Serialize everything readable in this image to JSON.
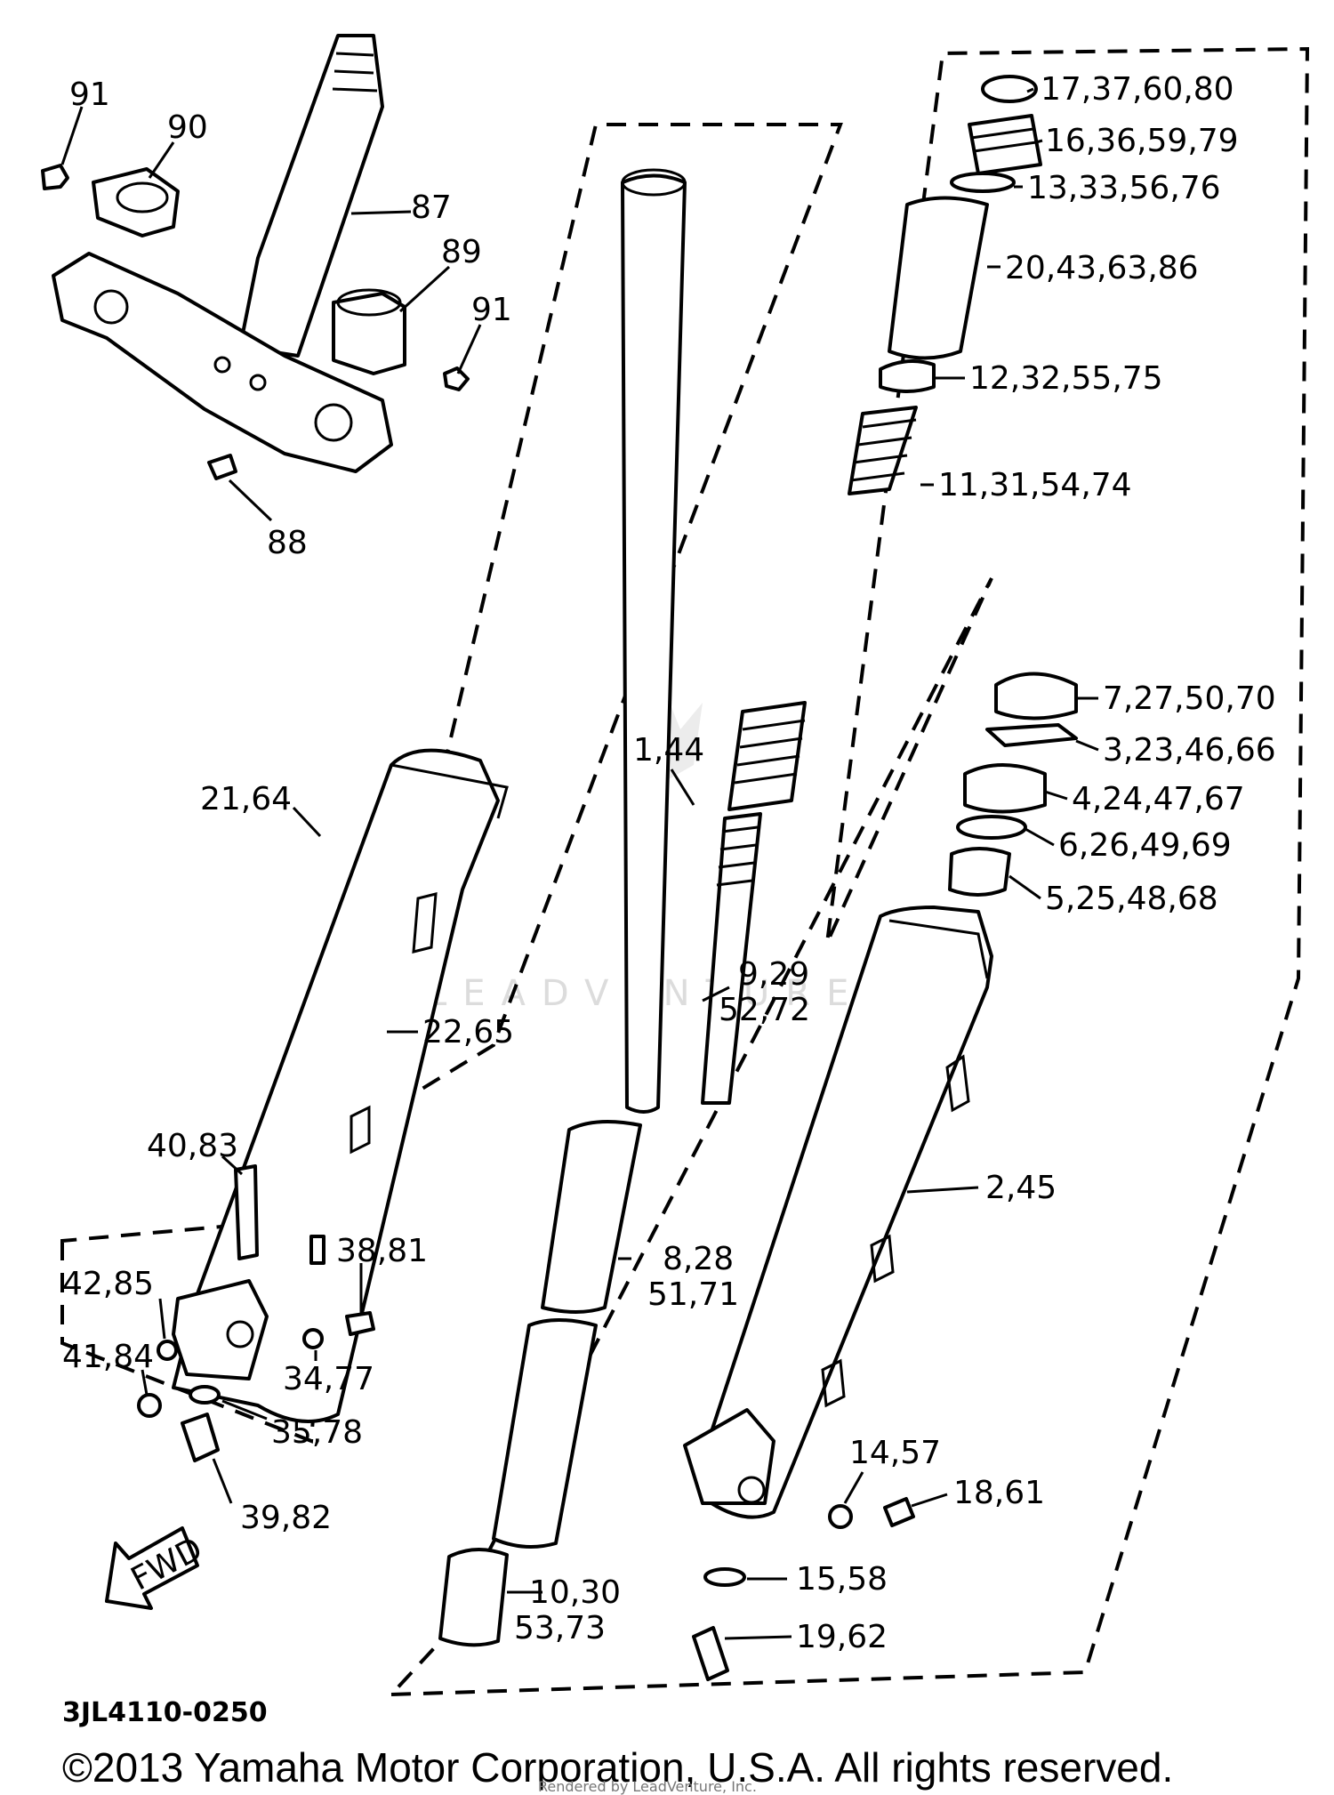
{
  "diagram": {
    "labels": {
      "p91a": "91",
      "p90": "90",
      "p87": "87",
      "p89": "89",
      "p91b": "91",
      "p88": "88",
      "p17": "17,37,60,80",
      "p16": "16,36,59,79",
      "p13": "13,33,56,76",
      "p20": "20,43,63,86",
      "p12": "12,32,55,75",
      "p11": "11,31,54,74",
      "p7": "7,27,50,70",
      "p3": "3,23,46,66",
      "p4": "4,24,47,67",
      "p6": "6,26,49,69",
      "p5": "5,25,48,68",
      "p1": "1,44",
      "p21": "21,64",
      "p22": "22,65",
      "p9a": "9,29",
      "p9b": "52,72",
      "p2": "2,45",
      "p40": "40,83",
      "p38": "38,81",
      "p42": "42,85",
      "p8a": "8,28",
      "p8b": "51,71",
      "p41": "41,84",
      "p34": "34,77",
      "p35": "35,78",
      "p39": "39,82",
      "p14": "14,57",
      "p18": "18,61",
      "p15": "15,58",
      "p10a": "10,30",
      "p10b": "53,73",
      "p19": "19,62",
      "fwd": "FWD"
    },
    "code": "3JL4110-0250",
    "watermark": "LEADVENTURE",
    "copyright": "©2013 Yamaha Motor Corporation, U.S.A. All rights reserved.",
    "rendered_by": "Rendered by LeadVenture, Inc."
  }
}
